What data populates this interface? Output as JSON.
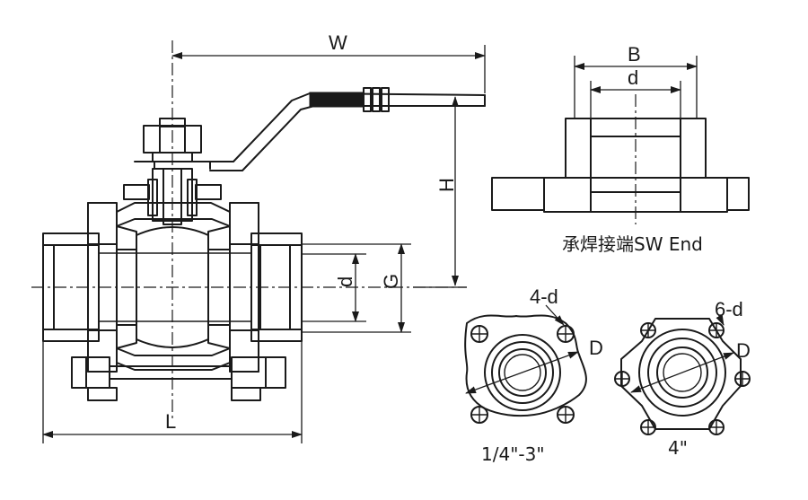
{
  "labels": {
    "w": "W",
    "h": "H",
    "l": "L",
    "g": "G",
    "d_main": "d",
    "b": "B",
    "d_sw": "d",
    "sw_caption": "承焊接端SW End",
    "holes_4": "4-d",
    "holes_6": "6-d",
    "pcd_small": "D",
    "pcd_large": "D",
    "size_small": "1/4\"-3\"",
    "size_large": "4\""
  },
  "colors": {
    "ink": "#1a1a1a",
    "background": "#ffffff"
  }
}
